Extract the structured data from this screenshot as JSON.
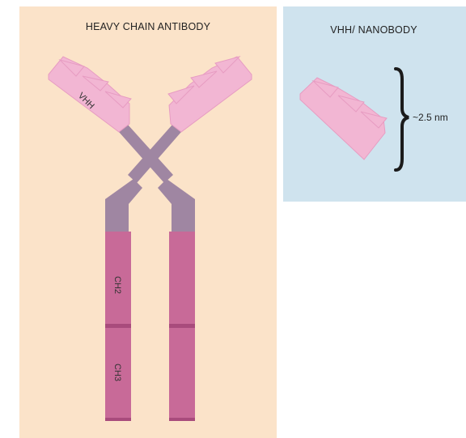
{
  "panels": {
    "heavy_chain": {
      "title": "HEAVY CHAIN ANTIBODY"
    },
    "nanobody": {
      "title": "VHH/ NANOBODY",
      "size_label": "~2.5 nm"
    }
  },
  "domain_labels": {
    "vhh": "VHH",
    "ch2": "CH2",
    "ch3": "CH3"
  },
  "colors": {
    "left_panel_bg": "#fbe3c9",
    "right_panel_bg": "#cfe3ee",
    "vhh_domain": "#f2b6d3",
    "vhh_edge": "#e79cc2",
    "hinge": "#9f86a2",
    "constant_domain": "#c86a98",
    "constant_dark": "#a84b7c",
    "bracket": "#1b1b1b"
  }
}
